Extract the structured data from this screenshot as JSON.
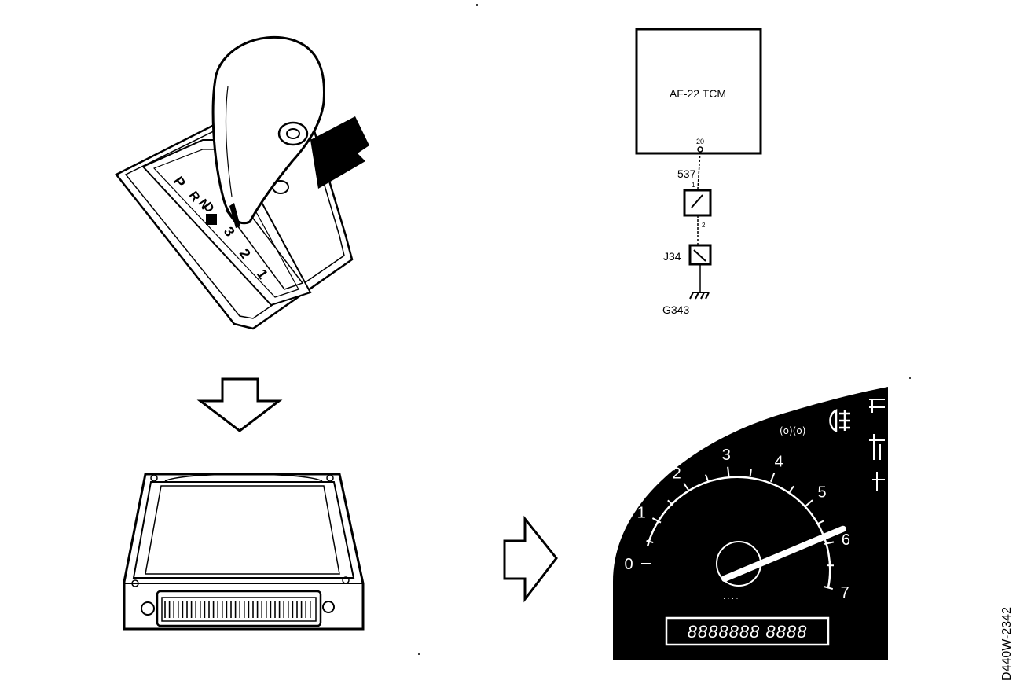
{
  "figure_id": "D440W-2342",
  "wiring": {
    "module_label": "AF-22 TCM",
    "pin_top": "20",
    "wire_label": "537",
    "switch_pin_1": "1",
    "switch_pin_2": "2",
    "connector_label": "J34",
    "ground_label": "G343"
  },
  "selector": {
    "positions": [
      "P",
      "R",
      "N",
      "D",
      "3",
      "2",
      "1"
    ]
  },
  "gauge": {
    "scale_labels": [
      "0",
      "1",
      "2",
      "3",
      "4",
      "5",
      "6",
      "7"
    ],
    "needle_value": 5.8,
    "odometer_display": "8888888 8888",
    "warning_icon": "fog-light-icon",
    "small_icon_text": "(o)(o)"
  }
}
